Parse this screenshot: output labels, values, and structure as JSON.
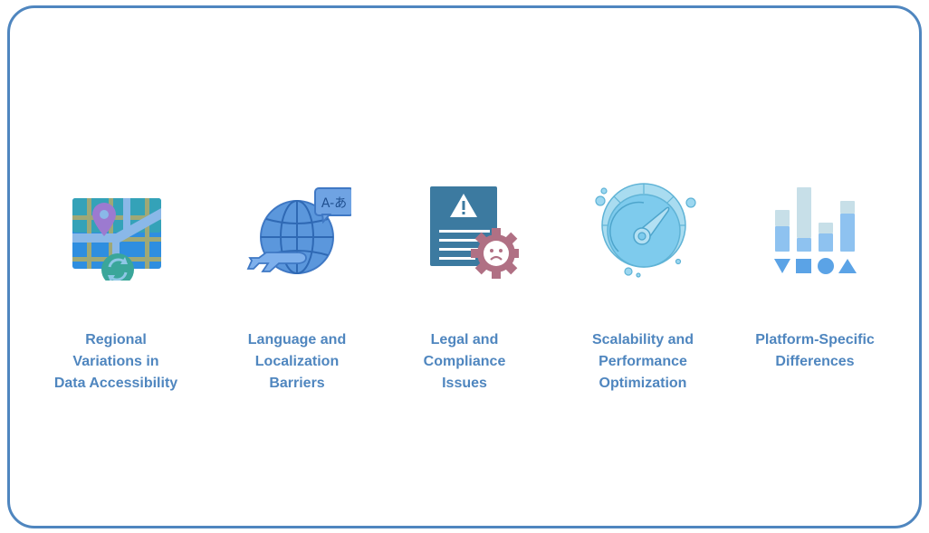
{
  "theme": {
    "border_color": "#4f86bf",
    "label_color": "#4f86bf",
    "background": "#ffffff"
  },
  "items": [
    {
      "icon": "map-sync-icon",
      "label_lines": [
        "Regional",
        "Variations in",
        "Data Accessibility"
      ]
    },
    {
      "icon": "globe-translate-icon",
      "icon_text": "A-あ",
      "label_lines": [
        "Language and",
        "Localization",
        "Barriers"
      ]
    },
    {
      "icon": "document-warning-gear-icon",
      "label_lines": [
        "Legal and",
        "Compliance",
        "Issues"
      ]
    },
    {
      "icon": "speedometer-gauge-icon",
      "label_lines": [
        "Scalability and",
        "Performance",
        "Optimization"
      ]
    },
    {
      "icon": "bar-chart-shapes-icon",
      "label_lines": [
        "Platform-Specific",
        "Differences"
      ]
    }
  ]
}
